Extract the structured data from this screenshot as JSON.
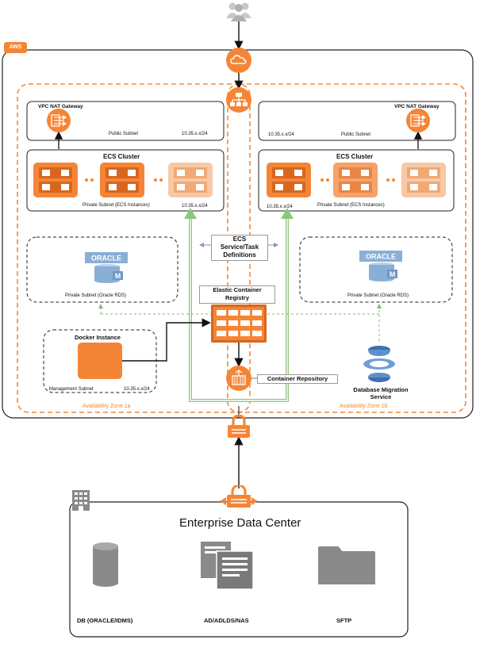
{
  "aws_badge": "AWS",
  "az_a": {
    "label": "Availability Zone 1a",
    "nat_title": "VPC NAT Gateway",
    "public_subnet": "Public Subnet",
    "public_cidr": "10.35.x.x/24",
    "ecs_title": "ECS Cluster",
    "ecs_subnet": "Private Subnet (ECS Instances)",
    "ecs_cidr": "10.35.x.x/24",
    "rds_subnet": "Private Subnet (Oracle RDS)",
    "docker_title": "Docker Instance",
    "mgmt_subnet": "Management Subnet",
    "mgmt_cidr": "10.35.x.x/24"
  },
  "az_b": {
    "label": "Availability Zone 1b",
    "nat_title": "VPC NAT Gateway",
    "public_subnet": "Public Subnet",
    "public_cidr": "10.35.x.x/24",
    "ecs_title": "ECS Cluster",
    "ecs_subnet": "Private Subnet (ECS Instances)",
    "ecs_cidr": "10.35.x.x/24",
    "rds_subnet": "Private Subnet (Oracle RDS)"
  },
  "oracle_label": "ORACLE",
  "oracle_m": "M",
  "ecs_service": {
    "line1": "ECS",
    "line2": "Service/Task",
    "line3": "Definitions"
  },
  "ecr": {
    "line1": "Elastic Container",
    "line2": "Registry"
  },
  "container_repo": "Container Repository",
  "dms": {
    "line1": "Database Migration",
    "line2": "Service"
  },
  "datacenter": {
    "title": "Enterprise Data Center",
    "db_label": "DB (ORACLE/IDMS)",
    "ad_label": "AD/ADLDS/NAS",
    "sftp_label": "SFTP"
  },
  "colors": {
    "orange": "#f58536",
    "orange_dark": "#d9661f",
    "orange_light": "#f7c9a6",
    "green": "#8cc87a",
    "purple": "#9b87c8",
    "oracle_blue": "#8aafd6",
    "grey_icon": "#8a8a8a"
  },
  "icons": [
    "users-icon",
    "internet-gateway-icon",
    "load-balancer-icon",
    "nat-gateway-icon",
    "ecs-instance-icon",
    "oracle-rds-icon",
    "docker-instance-icon",
    "ecr-icon",
    "container-repository-icon",
    "dms-icon",
    "vpn-gateway-icon",
    "customer-gateway-icon",
    "building-icon",
    "database-icon",
    "documents-icon",
    "folder-icon"
  ]
}
